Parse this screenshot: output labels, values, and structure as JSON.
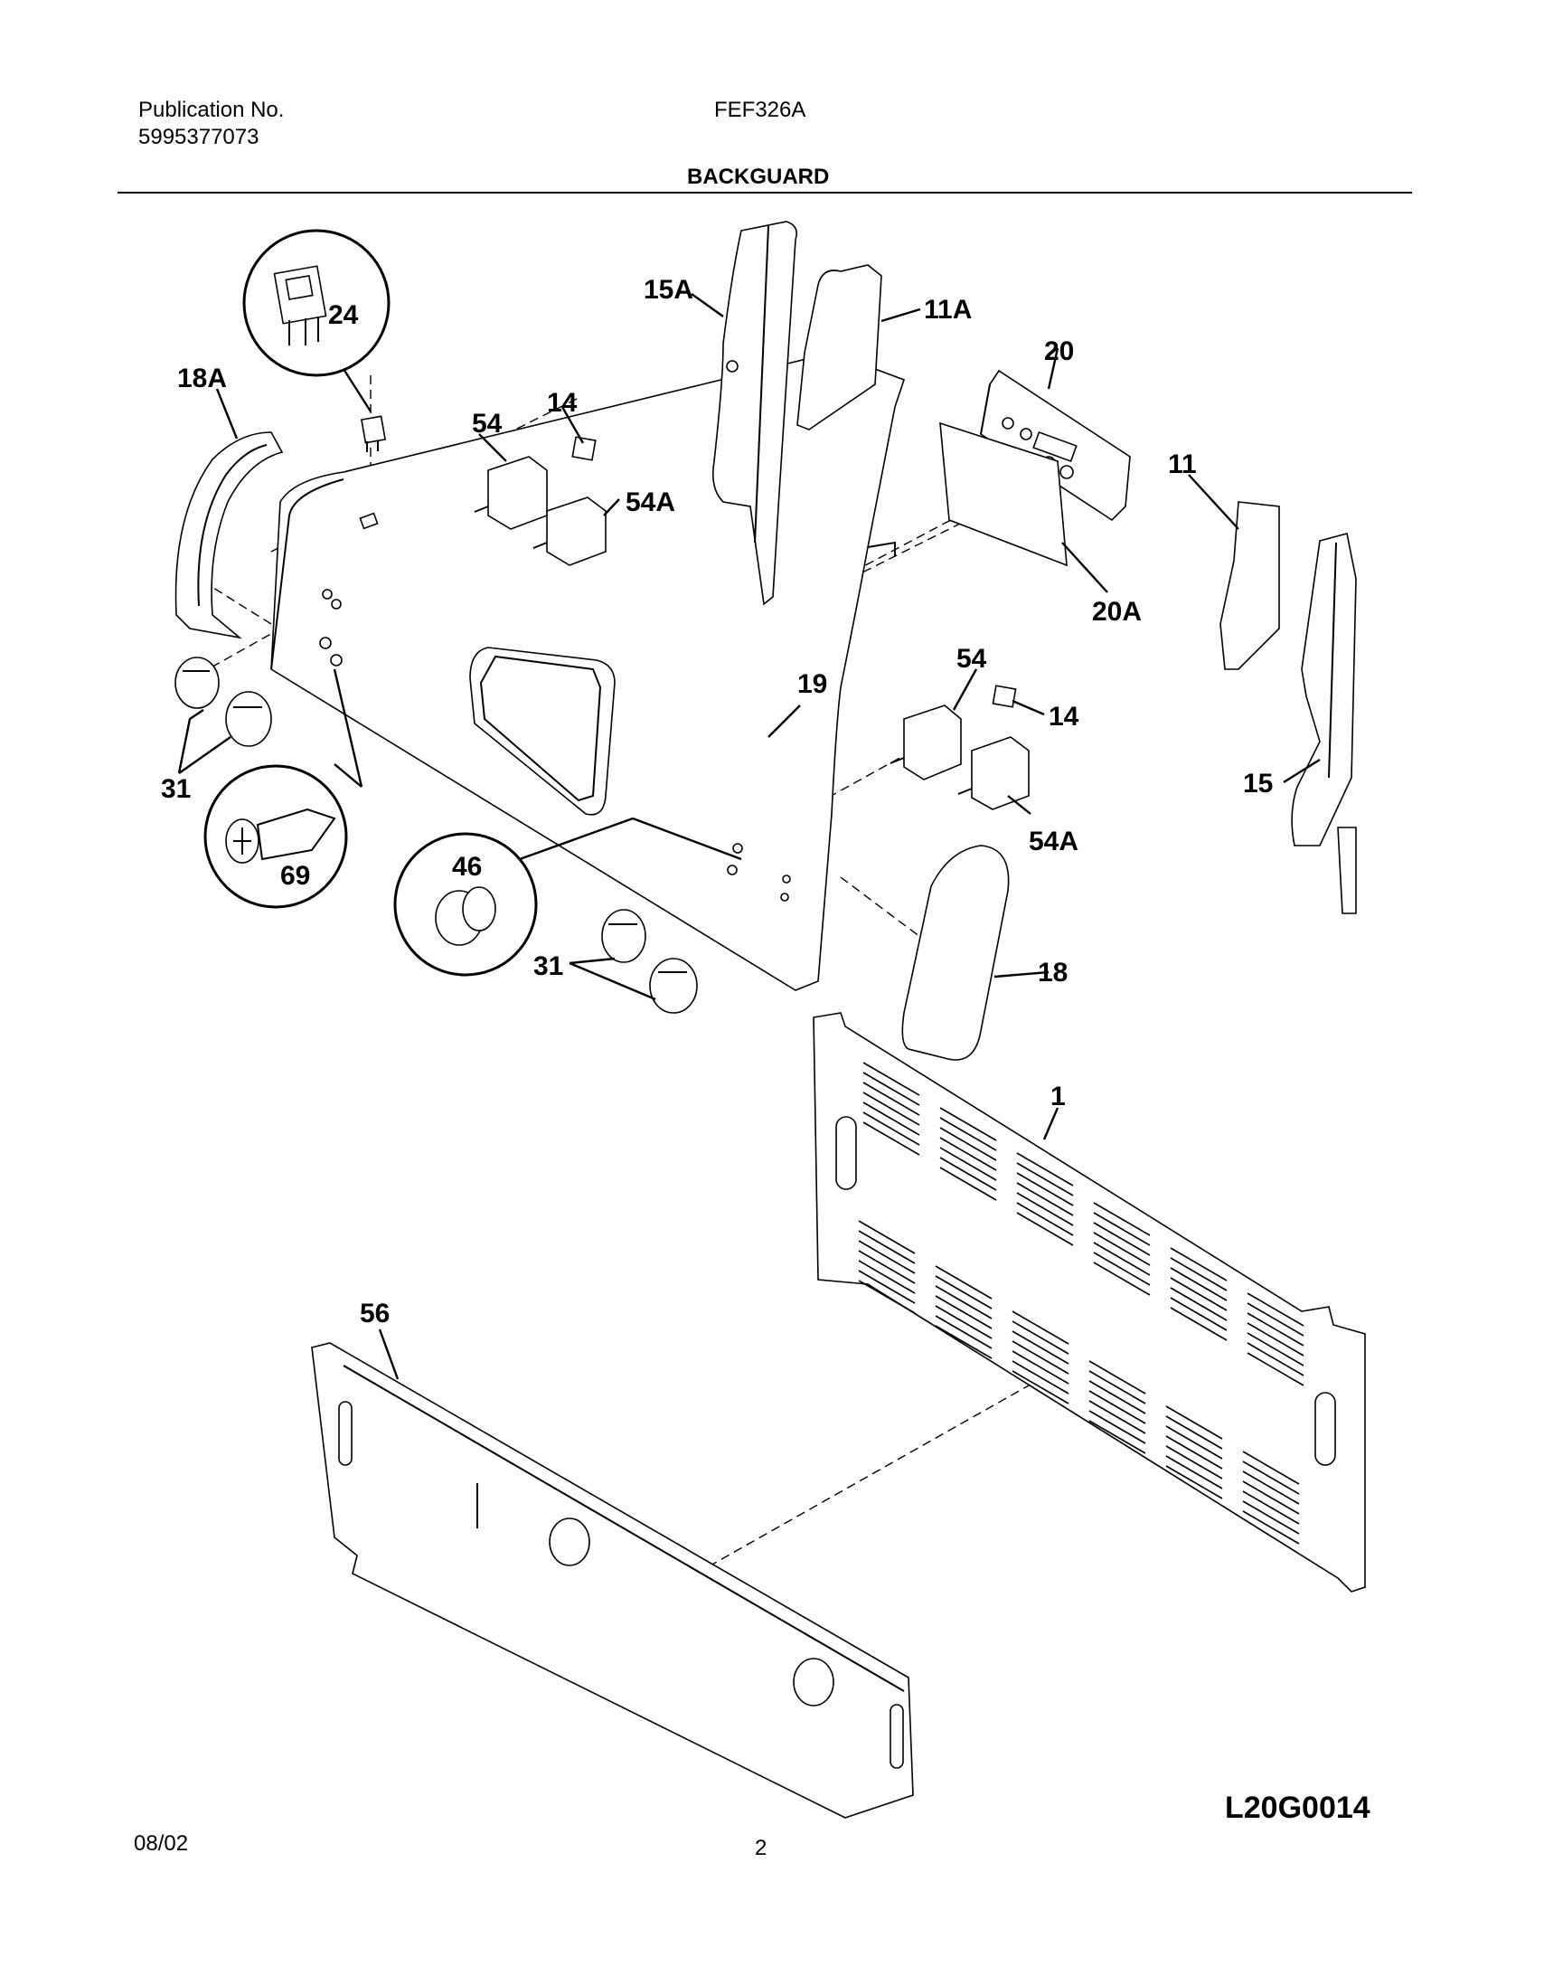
{
  "header": {
    "publication_label": "Publication No.",
    "publication_number": "5995377073",
    "model": "FEF326A",
    "section_title": "BACKGUARD"
  },
  "footer": {
    "date": "08/02",
    "page_number": "2"
  },
  "diagram": {
    "drawing_code": "L20G0014",
    "callouts": {
      "c1": "1",
      "c11": "11",
      "c11A": "11A",
      "c14a": "14",
      "c14b": "14",
      "c15": "15",
      "c15A": "15A",
      "c18": "18",
      "c18A": "18A",
      "c19": "19",
      "c20": "20",
      "c20A": "20A",
      "c24": "24",
      "c31a": "31",
      "c31b": "31",
      "c46": "46",
      "c54a": "54",
      "c54b": "54",
      "c54Aa": "54A",
      "c54Ab": "54A",
      "c56": "56",
      "c69": "69"
    }
  }
}
